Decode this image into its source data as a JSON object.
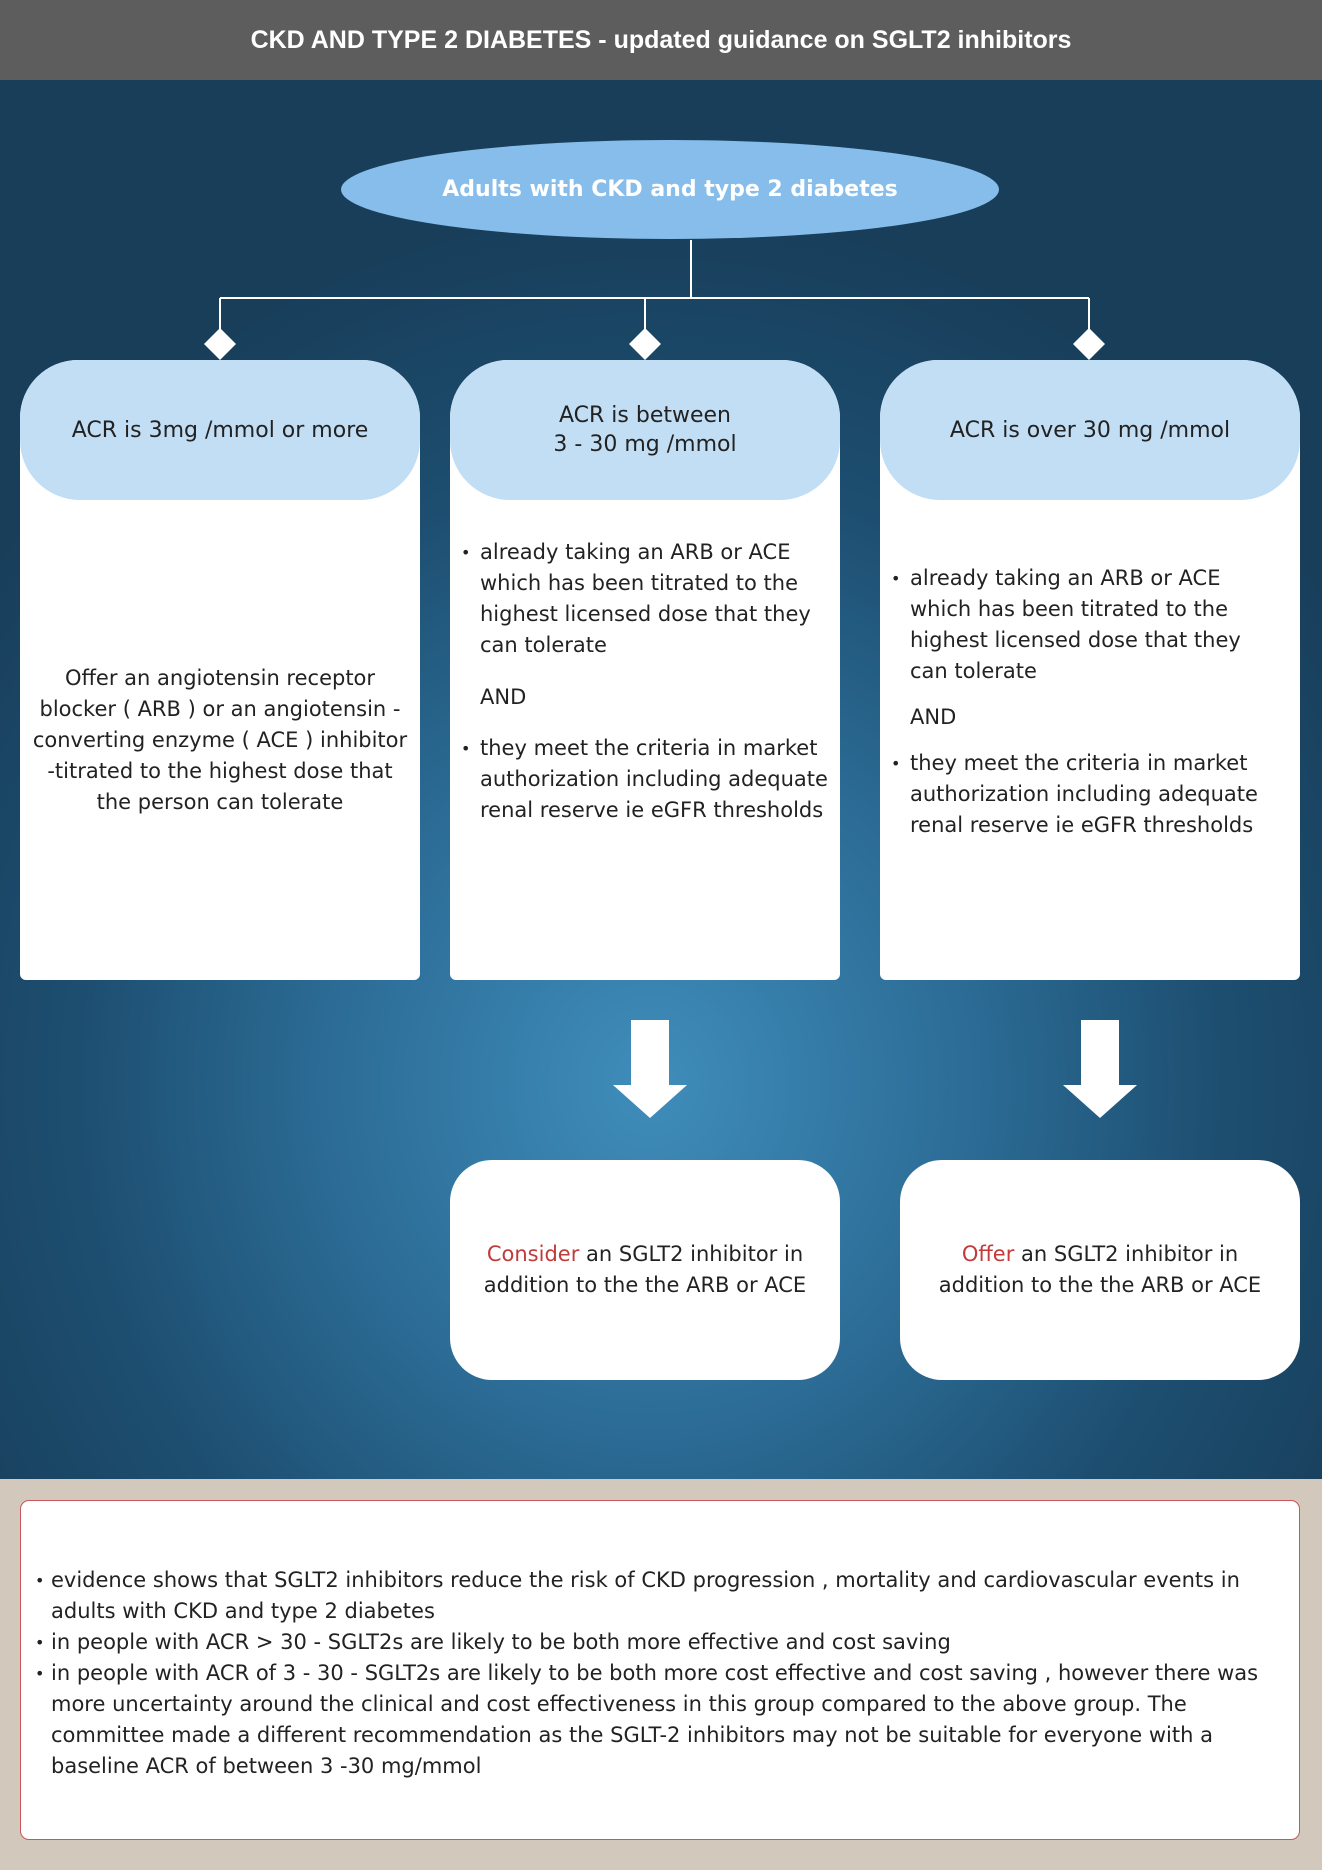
{
  "header": {
    "title": "CKD AND TYPE 2 DIABETES - updated guidance on SGLT2 inhibitors"
  },
  "root": {
    "label": "Adults with CKD and type 2 diabetes"
  },
  "columns": [
    {
      "heading": "ACR is 3mg /mmol or more",
      "body": "Offer an angiotensin receptor blocker ( ARB )  or an angiotensin -converting enzyme ( ACE ) inhibitor -titrated to the highest dose that the person can tolerate"
    },
    {
      "heading_line1": "ACR is between",
      "heading_line2": "3 - 30 mg /mmol",
      "bullet1": "already taking an ARB or ACE which has been titrated to the highest licensed dose that they can tolerate",
      "and_label": "AND",
      "bullet2": "they meet the criteria in market authorization including adequate renal reserve ie eGFR thresholds"
    },
    {
      "heading": "ACR is over 30 mg /mmol",
      "bullet1": "already taking an ARB or ACE which has been titrated to the highest licensed dose that they can tolerate",
      "and_label": "AND",
      "bullet2": "they meet the criteria in market authorization including adequate renal reserve ie eGFR thresholds"
    }
  ],
  "results": [
    {
      "keyword": "Consider",
      "text": " an SGLT2 inhibitor in addition to the the ARB or ACE"
    },
    {
      "keyword": "Offer",
      "text": " an SGLT2 inhibitor in addition to the the ARB or ACE"
    }
  ],
  "notes": [
    "evidence shows that SGLT2 inhibitors reduce the risk of CKD progression , mortality and cardiovascular events in adults with CKD and type 2 diabetes",
    "in people with ACR > 30 - SGLT2s are likely to be both more effective and cost saving",
    "in people with ACR of 3 - 30 - SGLT2s are likely to be both more cost effective and cost saving , however there was more uncertainty around the clinical and cost effectiveness in this group compared to the above group.  The committee made a different recommendation as the SGLT-2 inhibitors may not be suitable for everyone with a baseline ACR of between 3 -30 mg/mmol"
  ],
  "colors": {
    "header_bg": "#5d5d5d",
    "panel_center": "#3f8dbb",
    "panel_edge": "#183e5a",
    "root_pill": "#86bdeb",
    "column_head": "#c2def4",
    "keyword_red": "#c23a3a",
    "notes_border": "#c9565a",
    "page_bg": "#d2c8bc"
  },
  "icons": {
    "branch_marker": "diamond-icon",
    "flow_arrow": "down-arrow-icon"
  }
}
